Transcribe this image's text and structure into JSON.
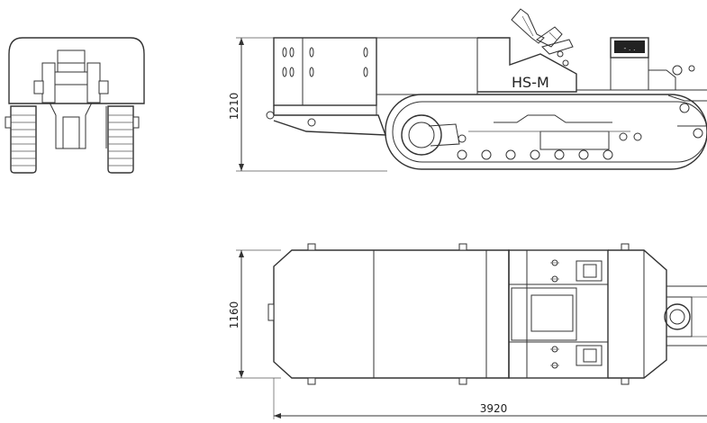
{
  "drawing": {
    "model_label": "HS-M",
    "dimensions": {
      "side_height": "1210",
      "top_width": "1160",
      "overall_length": "3920"
    }
  },
  "colors": {
    "line": "#333333",
    "background": "#ffffff"
  }
}
